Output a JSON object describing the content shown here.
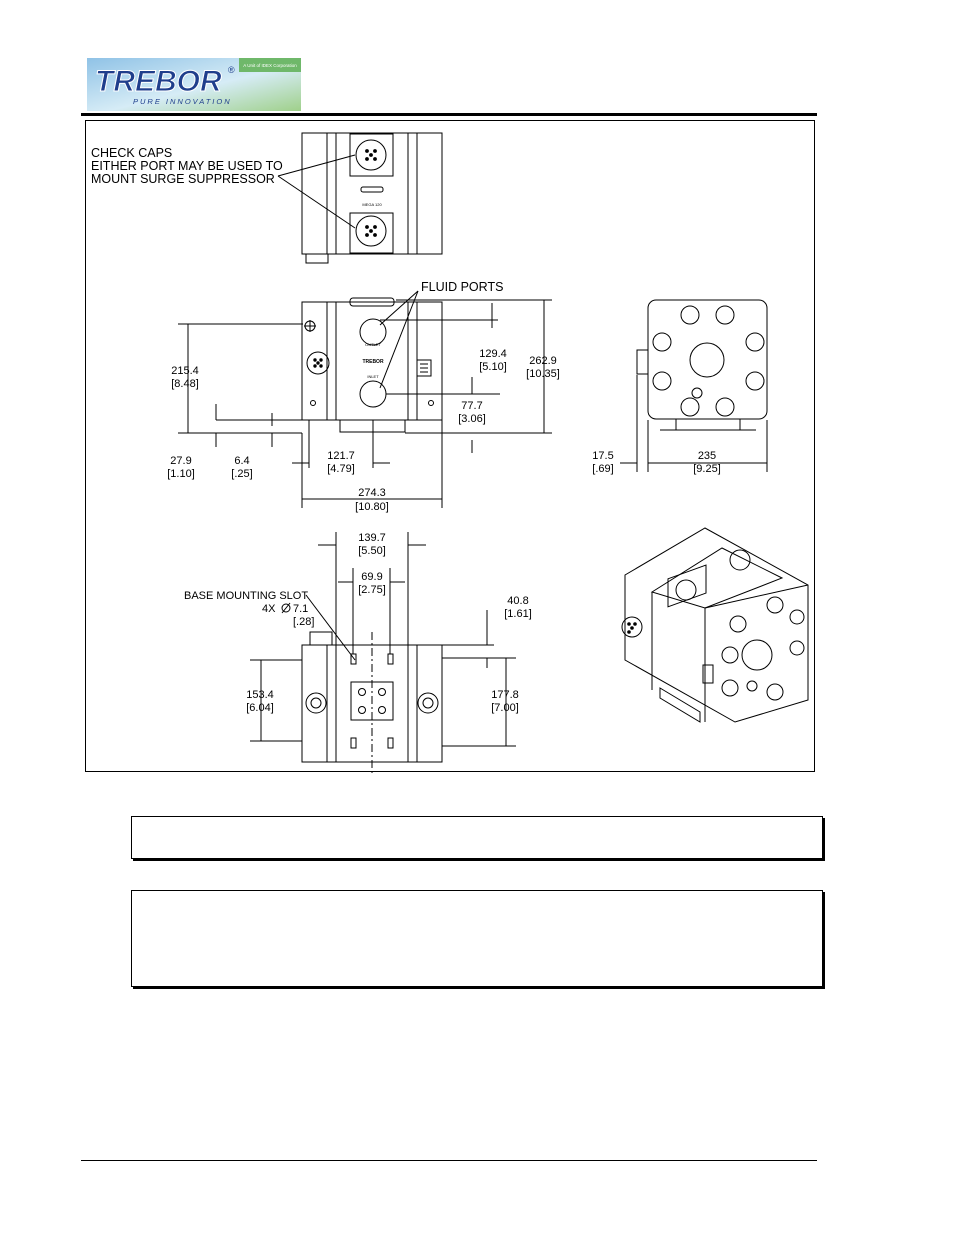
{
  "brand": {
    "name": "TREBOR",
    "registered": "®",
    "tagline": "PURE INNOVATION",
    "corner_text": "A Unit of IDEX Corporation"
  },
  "drawing": {
    "top_view": {
      "callout": [
        "CHECK CAPS",
        "EITHER PORT MAY BE USED TO",
        "MOUNT SURGE SUPPRESSOR"
      ],
      "model_label": "MEGA 120"
    },
    "front_view": {
      "fluid_ports_label": "FLUID PORTS",
      "outlet_label": "OUTLET",
      "inlet_label": "INLET",
      "brand_label": "TREBOR",
      "dims": {
        "d215": {
          "mm": "215.4",
          "in": "8.48"
        },
        "d279": {
          "mm": "27.9",
          "in": "1.10"
        },
        "d64": {
          "mm": "6.4",
          "in": ".25"
        },
        "d1217": {
          "mm": "121.7",
          "in": "4.79"
        },
        "d2743": {
          "mm": "274.3",
          "in": "10.80"
        },
        "d1294": {
          "mm": "129.4",
          "in": "5.10"
        },
        "d777": {
          "mm": "77.7",
          "in": "3.06"
        },
        "d2629": {
          "mm": "262.9",
          "in": "10.35"
        }
      }
    },
    "side_view": {
      "dims": {
        "d175": {
          "mm": "17.5",
          "in": ".69"
        },
        "d235": {
          "mm": "235",
          "in": "9.25"
        }
      }
    },
    "bottom_view": {
      "slot_label": "BASE MOUNTING SLOT",
      "slot_qty": "4X",
      "slot_dia": {
        "mm": "7.1",
        "in": ".28"
      },
      "dims": {
        "d1397": {
          "mm": "139.7",
          "in": "5.50"
        },
        "d699": {
          "mm": "69.9",
          "in": "2.75"
        },
        "d408": {
          "mm": "40.8",
          "in": "1.61"
        },
        "d1534": {
          "mm": "153.4",
          "in": "6.04"
        },
        "d1778": {
          "mm": "177.8",
          "in": "7.00"
        }
      }
    }
  },
  "colors": {
    "logo_blue": "#1f3e8c",
    "logo_green": "#6fb86a",
    "logo_sky": "#a9cde8"
  }
}
